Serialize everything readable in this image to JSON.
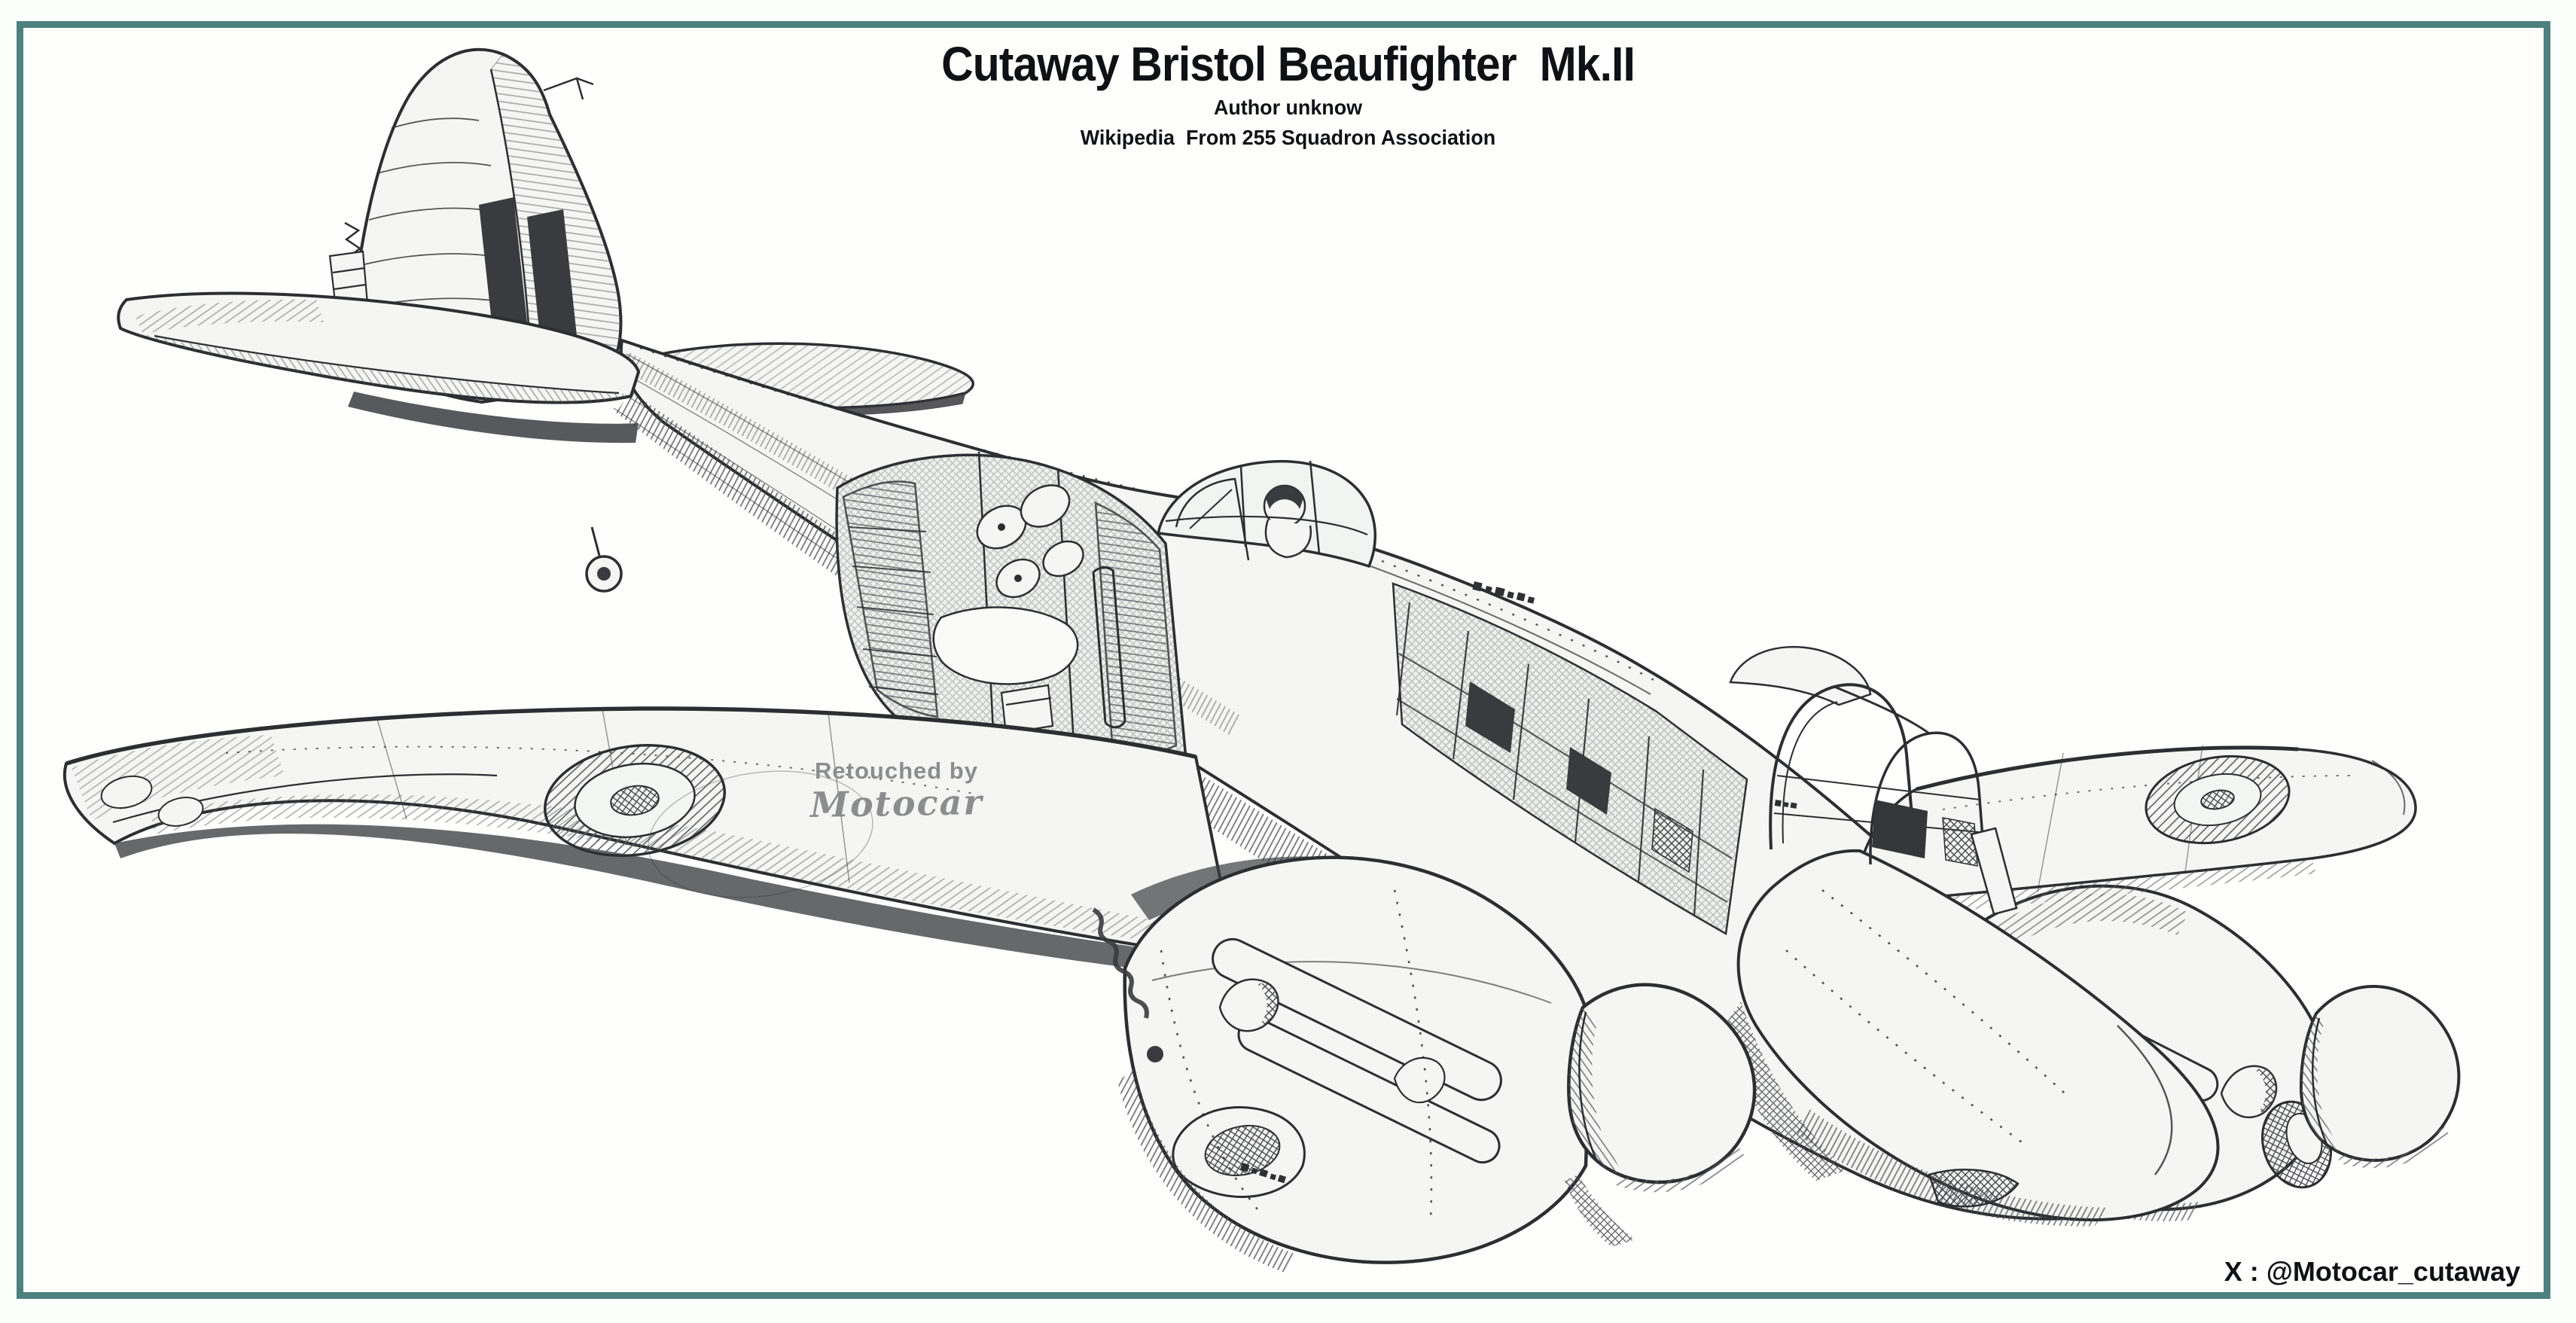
{
  "header": {
    "title": "Cutaway Bristol Beaufighter  Mk.II",
    "author": "Author unknow",
    "source": "Wikipedia  From 255 Squadron Association"
  },
  "watermark": {
    "line1": "Retouched by",
    "line2": "Motocar"
  },
  "footer": {
    "credit": "X : @Motocar_cutaway"
  },
  "colors": {
    "frame_border": "#4d807e",
    "ink": "#2d2e32",
    "paper": "#f5f6f3",
    "shadow_ink": "#3a3b3e",
    "watermark_gray": "#8b8d8f",
    "page_background": "#fdfffd"
  }
}
